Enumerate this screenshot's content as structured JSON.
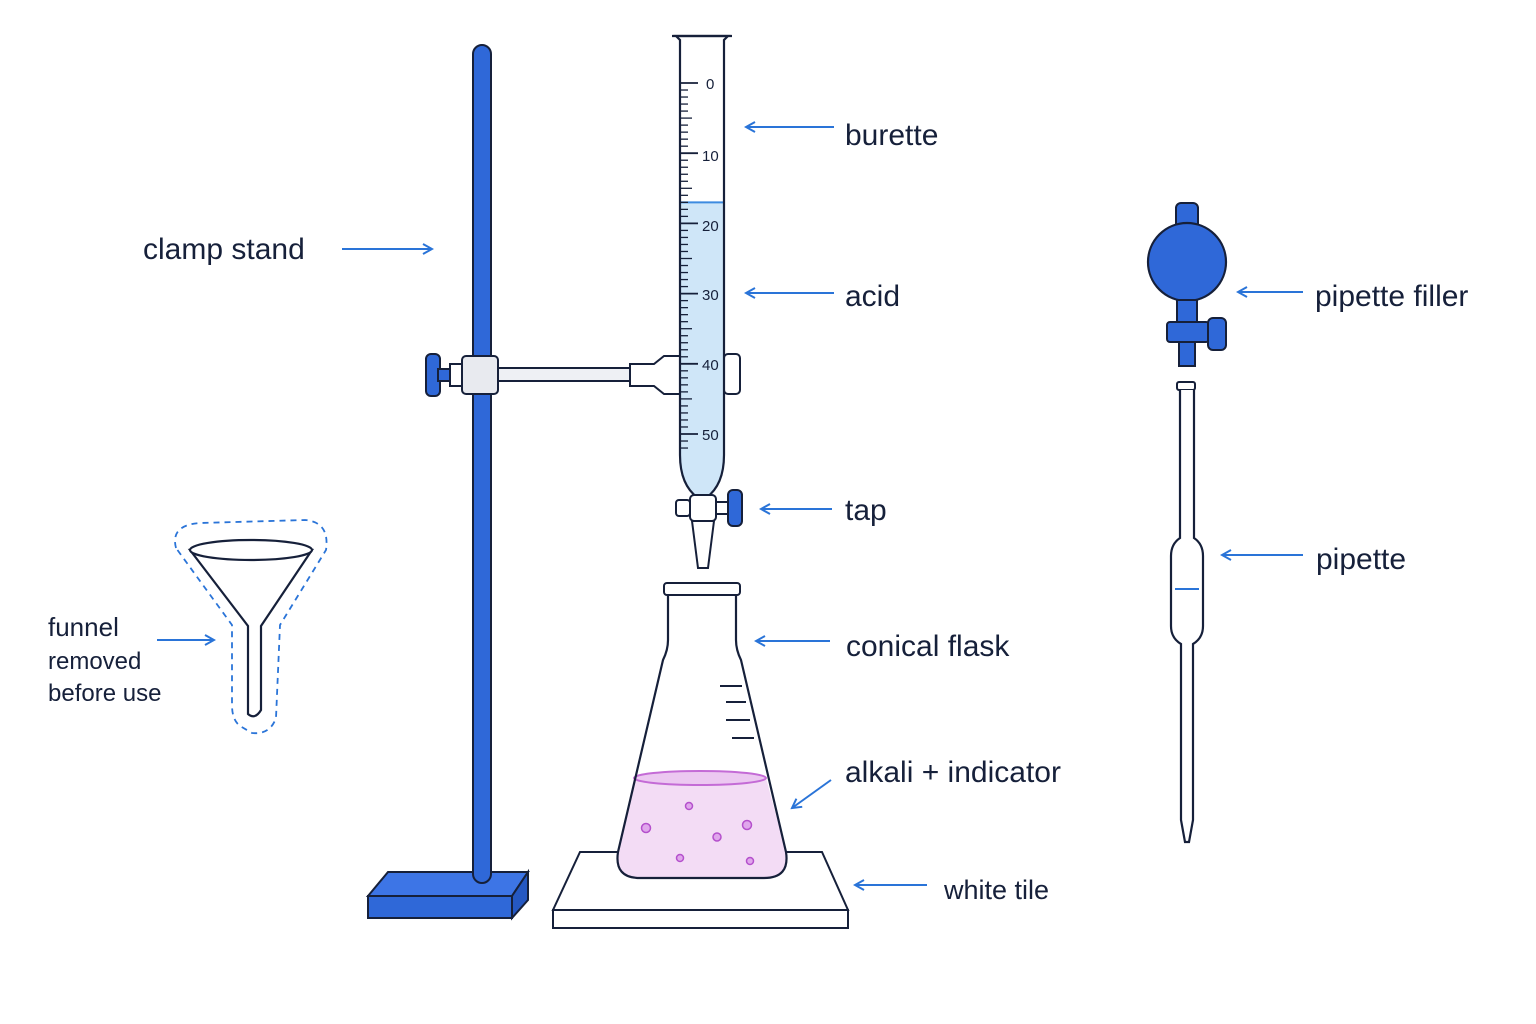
{
  "labels": {
    "burette": "burette",
    "clamp_stand": "clamp stand",
    "acid": "acid",
    "pipette_filler": "pipette filler",
    "tap": "tap",
    "pipette": "pipette",
    "conical_flask": "conical flask",
    "alkali_indicator": "alkali + indicator",
    "white_tile": "white tile",
    "funnel_line1": "funnel",
    "funnel_line2": "removed",
    "funnel_line3": "before use"
  },
  "burette_scale": {
    "ticks": [
      "0",
      "10",
      "20",
      "30",
      "40",
      "50"
    ],
    "liquid_level_ml": 17
  },
  "colors": {
    "accent_blue": "#2f68d8",
    "arrow_blue": "#2a74d8",
    "acid_fill": "#cfe6f8",
    "alkali_fill": "#f3dcf5",
    "indicator_purple": "#c46bd6",
    "outline": "#16203a"
  }
}
